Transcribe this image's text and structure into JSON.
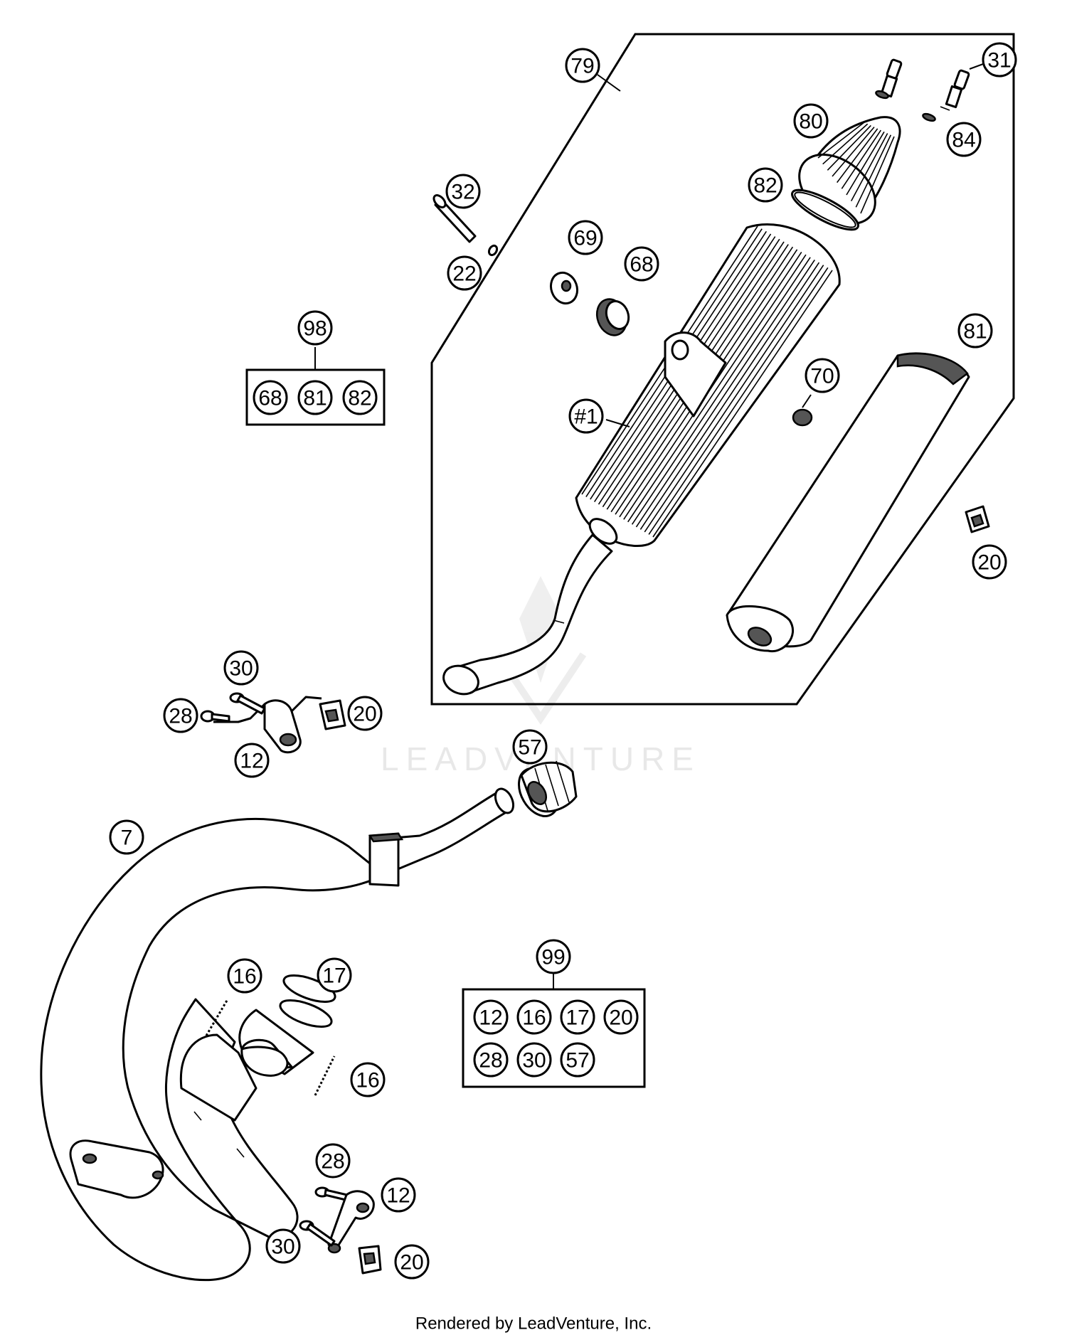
{
  "watermark": {
    "text": "LEADVENTURE"
  },
  "footer": {
    "text": "Rendered by LeadVenture, Inc."
  },
  "callouts": [
    {
      "id": "c79",
      "label": "79"
    },
    {
      "id": "c31",
      "label": "31"
    },
    {
      "id": "c80",
      "label": "80"
    },
    {
      "id": "c84",
      "label": "84"
    },
    {
      "id": "c82",
      "label": "82"
    },
    {
      "id": "c32",
      "label": "32"
    },
    {
      "id": "c69",
      "label": "69"
    },
    {
      "id": "c68",
      "label": "68"
    },
    {
      "id": "c22",
      "label": "22"
    },
    {
      "id": "c81",
      "label": "81"
    },
    {
      "id": "c98",
      "label": "98"
    },
    {
      "id": "c70",
      "label": "70"
    },
    {
      "id": "c1",
      "label": "#1"
    },
    {
      "id": "c20a",
      "label": "20"
    },
    {
      "id": "c30a",
      "label": "30"
    },
    {
      "id": "c28a",
      "label": "28"
    },
    {
      "id": "c20b",
      "label": "20"
    },
    {
      "id": "c12a",
      "label": "12"
    },
    {
      "id": "c57",
      "label": "57"
    },
    {
      "id": "c7",
      "label": "7"
    },
    {
      "id": "c99",
      "label": "99"
    },
    {
      "id": "c16a",
      "label": "16"
    },
    {
      "id": "c17",
      "label": "17"
    },
    {
      "id": "c16b",
      "label": "16"
    },
    {
      "id": "c28b",
      "label": "28"
    },
    {
      "id": "c12b",
      "label": "12"
    },
    {
      "id": "c30b",
      "label": "30"
    },
    {
      "id": "c20c",
      "label": "20"
    }
  ],
  "kits": [
    {
      "id": "k98",
      "label": "98",
      "items": [
        "68",
        "81",
        "82"
      ]
    },
    {
      "id": "k99",
      "label": "99",
      "items": [
        "12",
        "16",
        "17",
        "20",
        "28",
        "30",
        "57"
      ]
    }
  ]
}
